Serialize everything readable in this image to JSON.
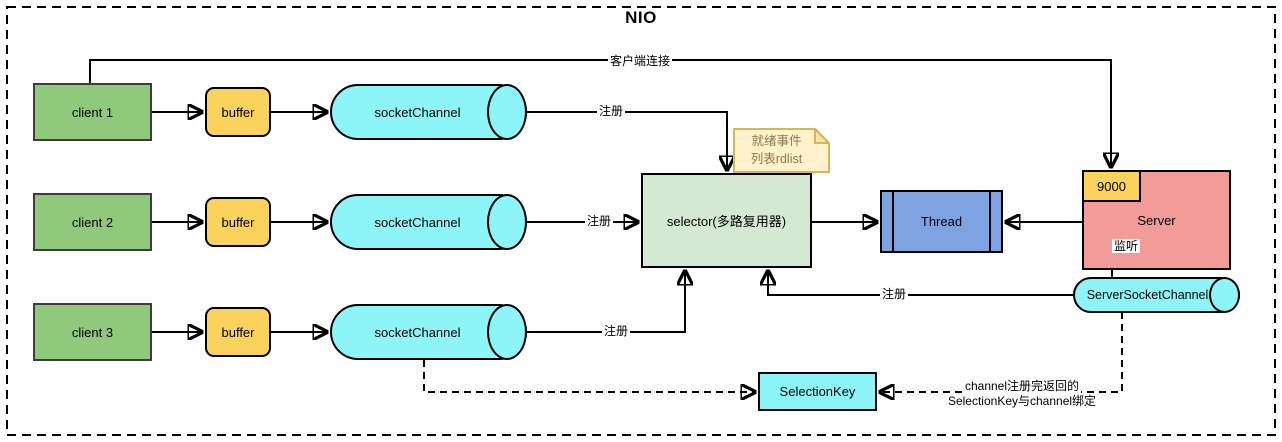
{
  "title": "NIO",
  "clients": [
    {
      "label": "client 1"
    },
    {
      "label": "client 2"
    },
    {
      "label": "client 3"
    }
  ],
  "buffer_label": "buffer",
  "socket_channel_label": "socketChannel",
  "selector_label": "selector(多路复用器)",
  "thread_label": "Thread",
  "server": {
    "label": "Server",
    "port": "9000"
  },
  "server_socket_channel_label": "ServerSocketChannel",
  "selection_key_label": "SelectionKey",
  "note": {
    "line1": "就绪事件",
    "line2": "列表rdlist"
  },
  "edge_labels": {
    "client_connection": "客户端连接",
    "register": "注册",
    "listen": "监听",
    "selection_key_annotation_line1": "channel注册完返回的",
    "selection_key_annotation_line2": "SelectionKey与channel绑定"
  },
  "colors": {
    "client_fill": "#90C97B",
    "buffer_fill": "#FAD25C",
    "channel_fill": "#8DF4F8",
    "selector_fill": "#D5E8D4",
    "thread_fill": "#7EA3E0",
    "server_fill": "#F29B98",
    "note_fill": "#FFF2CC",
    "note_fold_fill": "#F2E3AC",
    "note_border": "#D6B656"
  }
}
